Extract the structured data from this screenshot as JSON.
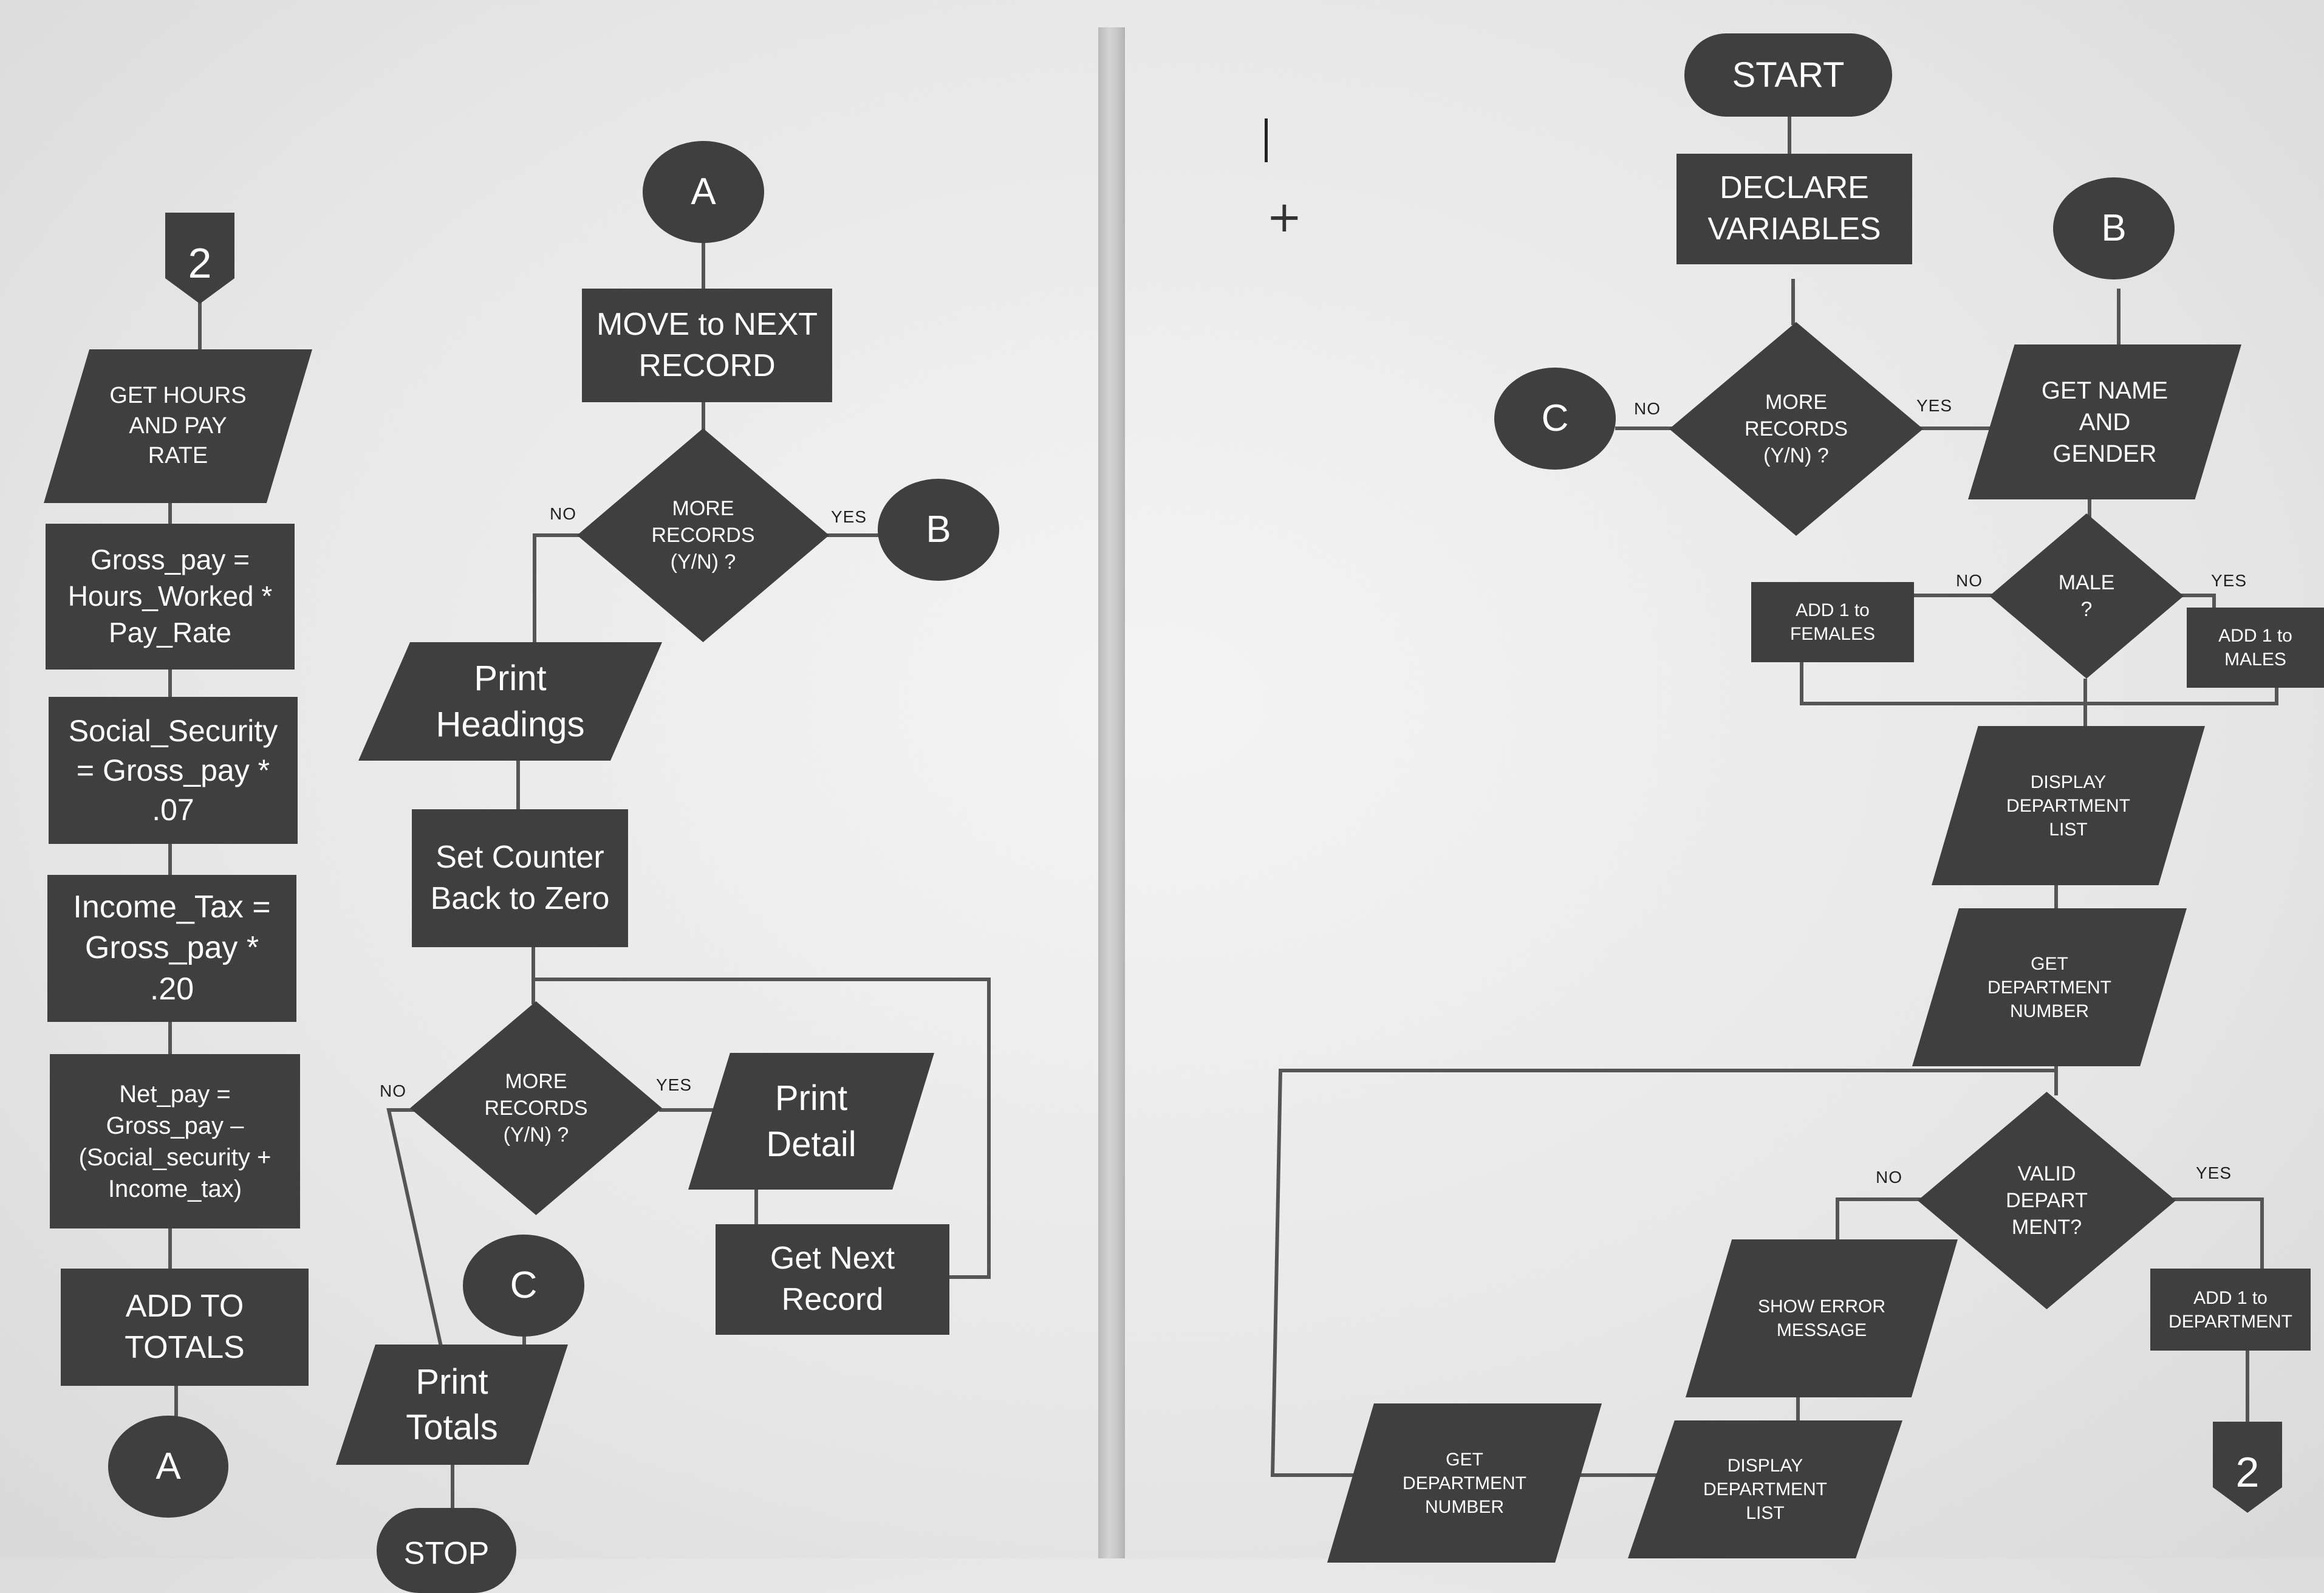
{
  "colors": {
    "shape_fill": "#3f3f3f",
    "shape_text": "#ffffff",
    "line": "#555555",
    "background": "#ebebeb"
  },
  "left_column": {
    "connector_2": "2",
    "get_hours": "GET HOURS\nAND PAY\nRATE",
    "gross_pay": "Gross_pay =\nHours_Worked *\nPay_Rate",
    "social_security": "Social_Security\n= Gross_pay *\n.07",
    "income_tax": "Income_Tax =\nGross_pay *\n.20",
    "net_pay": "Net_pay =\nGross_pay –\n(Social_security +\nIncome_tax)",
    "add_totals": "ADD TO\nTOTALS",
    "connector_a": "A"
  },
  "middle_column": {
    "connector_a": "A",
    "move_next": "MOVE to NEXT\nRECORD",
    "more_records_1": "MORE\nRECORDS\n(Y/N) ?",
    "no_1": "NO",
    "yes_1": "YES",
    "connector_b": "B",
    "print_headings": "Print\nHeadings",
    "set_counter": "Set Counter\nBack to Zero",
    "more_records_2": "MORE\nRECORDS\n(Y/N) ?",
    "no_2": "NO",
    "yes_2": "YES",
    "print_detail": "Print\nDetail",
    "get_next": "Get Next\nRecord",
    "connector_c": "C",
    "print_totals": "Print\nTotals",
    "stop": "STOP"
  },
  "right_half": {
    "start": "START",
    "declare": "DECLARE\nVARIABLES",
    "connector_b": "B",
    "connector_c": "C",
    "no_1": "NO",
    "more_records": "MORE\nRECORDS\n(Y/N) ?",
    "yes_1": "YES",
    "get_name": "GET NAME\nAND\nGENDER",
    "add_females": "ADD 1 to\nFEMALES",
    "no_2": "NO",
    "male": "MALE\n?",
    "yes_2": "YES",
    "add_males": "ADD 1 to\nMALES",
    "display_list_1": "DISPLAY\nDEPARTMENT\nLIST",
    "get_dept_1": "GET\nDEPARTMENT\nNUMBER",
    "no_3": "NO",
    "valid_dept": "VALID\nDEPART\nMENT?",
    "yes_3": "YES",
    "show_error": "SHOW ERROR\nMESSAGE",
    "add_dept": "ADD 1 to\nDEPARTMENT",
    "connector_2": "2",
    "get_dept_2": "GET\nDEPARTMENT\nNUMBER",
    "display_list_2": "DISPLAY\nDEPARTMENT\nLIST"
  }
}
